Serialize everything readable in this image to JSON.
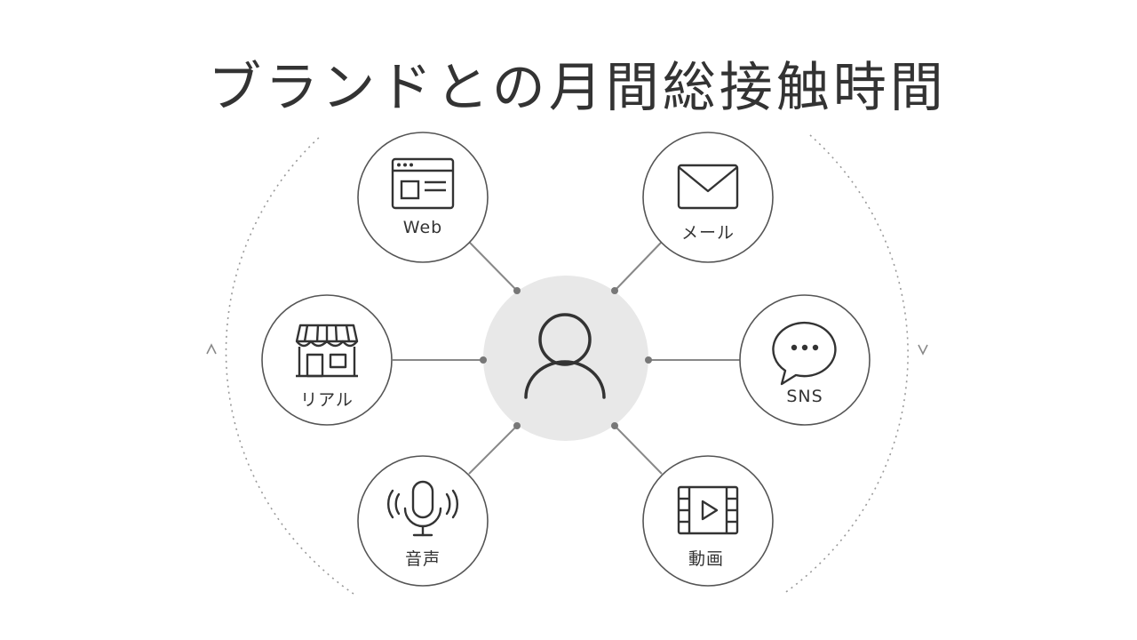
{
  "title": "ブランドとの月間総接触時間",
  "colors": {
    "line": "#888888",
    "stroke": "#555555",
    "icon": "#333333",
    "center_fill": "#e8e8e8",
    "dot": "#777777"
  },
  "center": {
    "icon": "user-icon"
  },
  "channels": [
    {
      "id": "web",
      "label": "Web",
      "icon": "browser-window-icon"
    },
    {
      "id": "mail",
      "label": "メール",
      "icon": "envelope-icon"
    },
    {
      "id": "real",
      "label": "リアル",
      "icon": "storefront-icon"
    },
    {
      "id": "sns",
      "label": "SNS",
      "icon": "chat-bubble-icon"
    },
    {
      "id": "voice",
      "label": "音声",
      "icon": "microphone-icon"
    },
    {
      "id": "video",
      "label": "動画",
      "icon": "video-film-icon"
    }
  ]
}
